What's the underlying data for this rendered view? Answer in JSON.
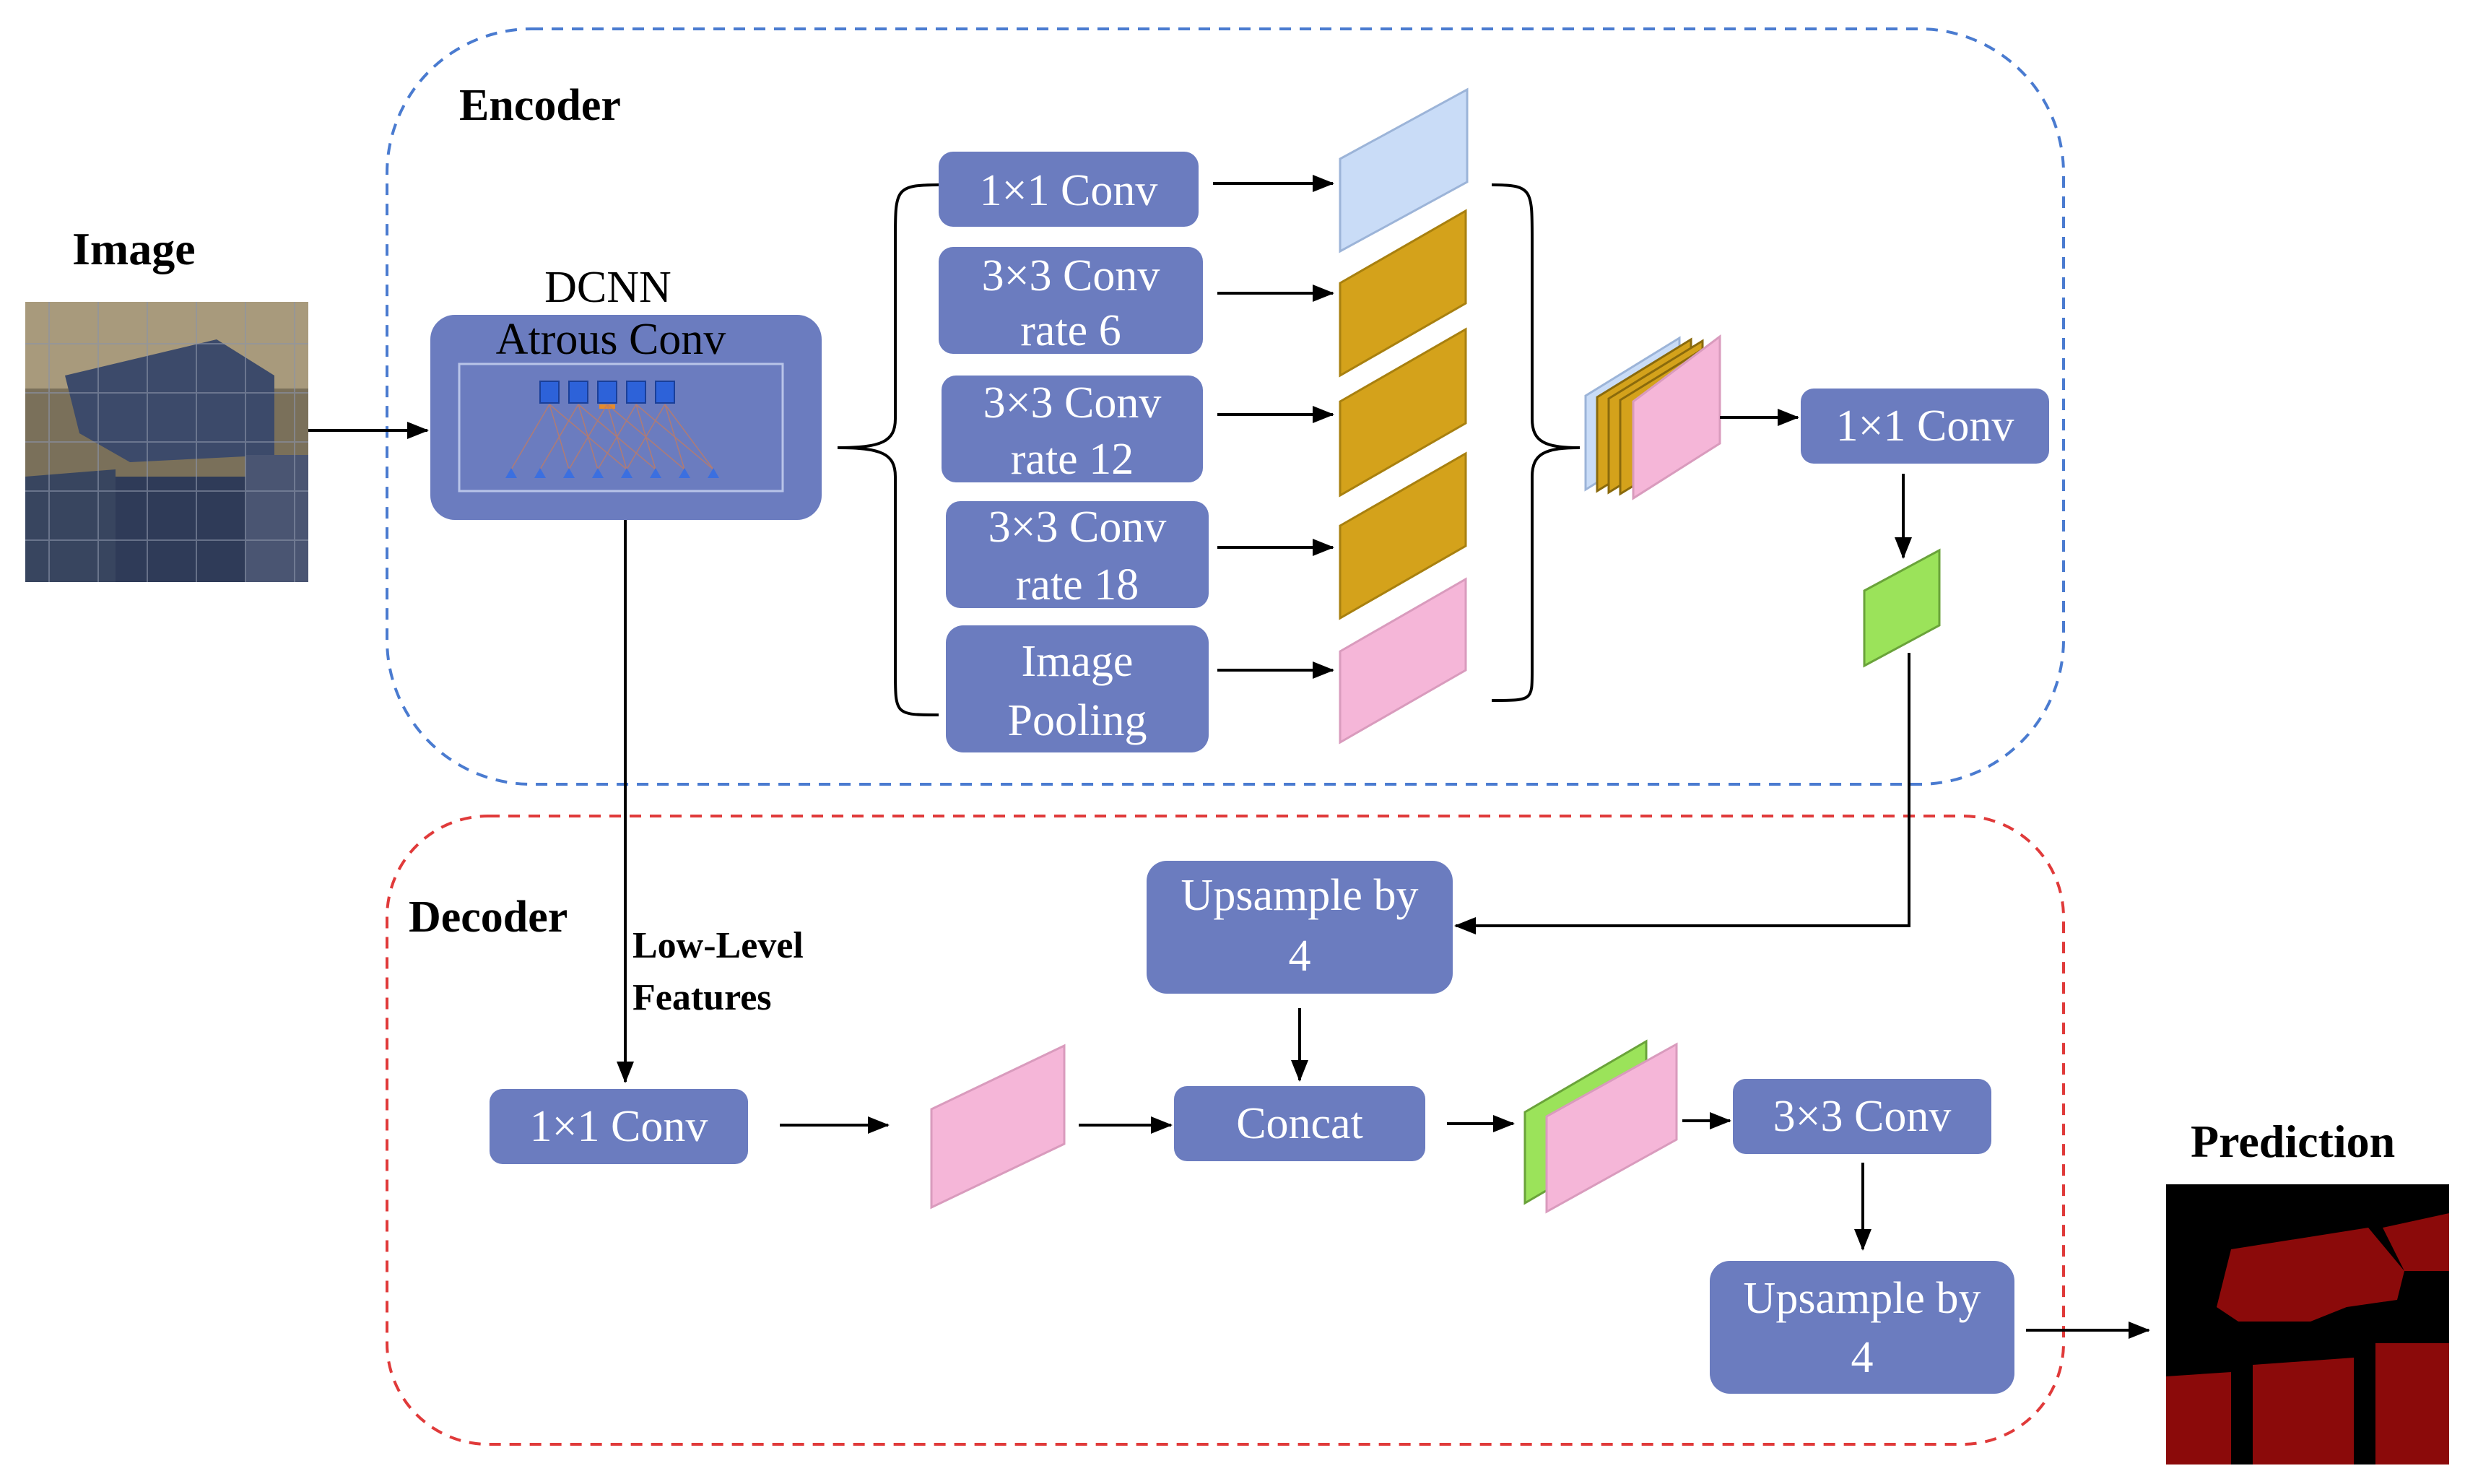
{
  "labels": {
    "image": "Image",
    "prediction": "Prediction",
    "encoder": "Encoder",
    "decoder": "Decoder",
    "dcnn": "DCNN",
    "atrous_conv": "Atrous Conv",
    "low_level_1": "Low-Level",
    "low_level_2": "Features"
  },
  "encoder_blocks": {
    "conv1x1": [
      "1×1 Conv"
    ],
    "conv3x3_r6": [
      "3×3 Conv",
      "rate 6"
    ],
    "conv3x3_r12": [
      "3×3 Conv",
      "rate 12"
    ],
    "conv3x3_r18": [
      "3×3 Conv",
      "rate 18"
    ],
    "image_pooling": [
      "Image",
      "Pooling"
    ],
    "fuse_conv": [
      "1×1 Conv"
    ]
  },
  "decoder_blocks": {
    "upsample_a": [
      "Upsample by",
      "4"
    ],
    "low_level_conv": [
      "1×1 Conv"
    ],
    "concat": [
      "Concat"
    ],
    "conv3x3": [
      "3×3 Conv"
    ],
    "upsample_b": [
      "Upsample by",
      "4"
    ]
  },
  "colors": {
    "block_fill": "#6b7cbf",
    "encoder_border": "#4a7bd0",
    "decoder_border": "#e03a3a",
    "feature_blue": "#c9dcf7",
    "feature_gold": "#d4a21b",
    "feature_pink": "#f5b6d8",
    "feature_green": "#9be35a",
    "prediction_red": "#8b0a0a"
  }
}
